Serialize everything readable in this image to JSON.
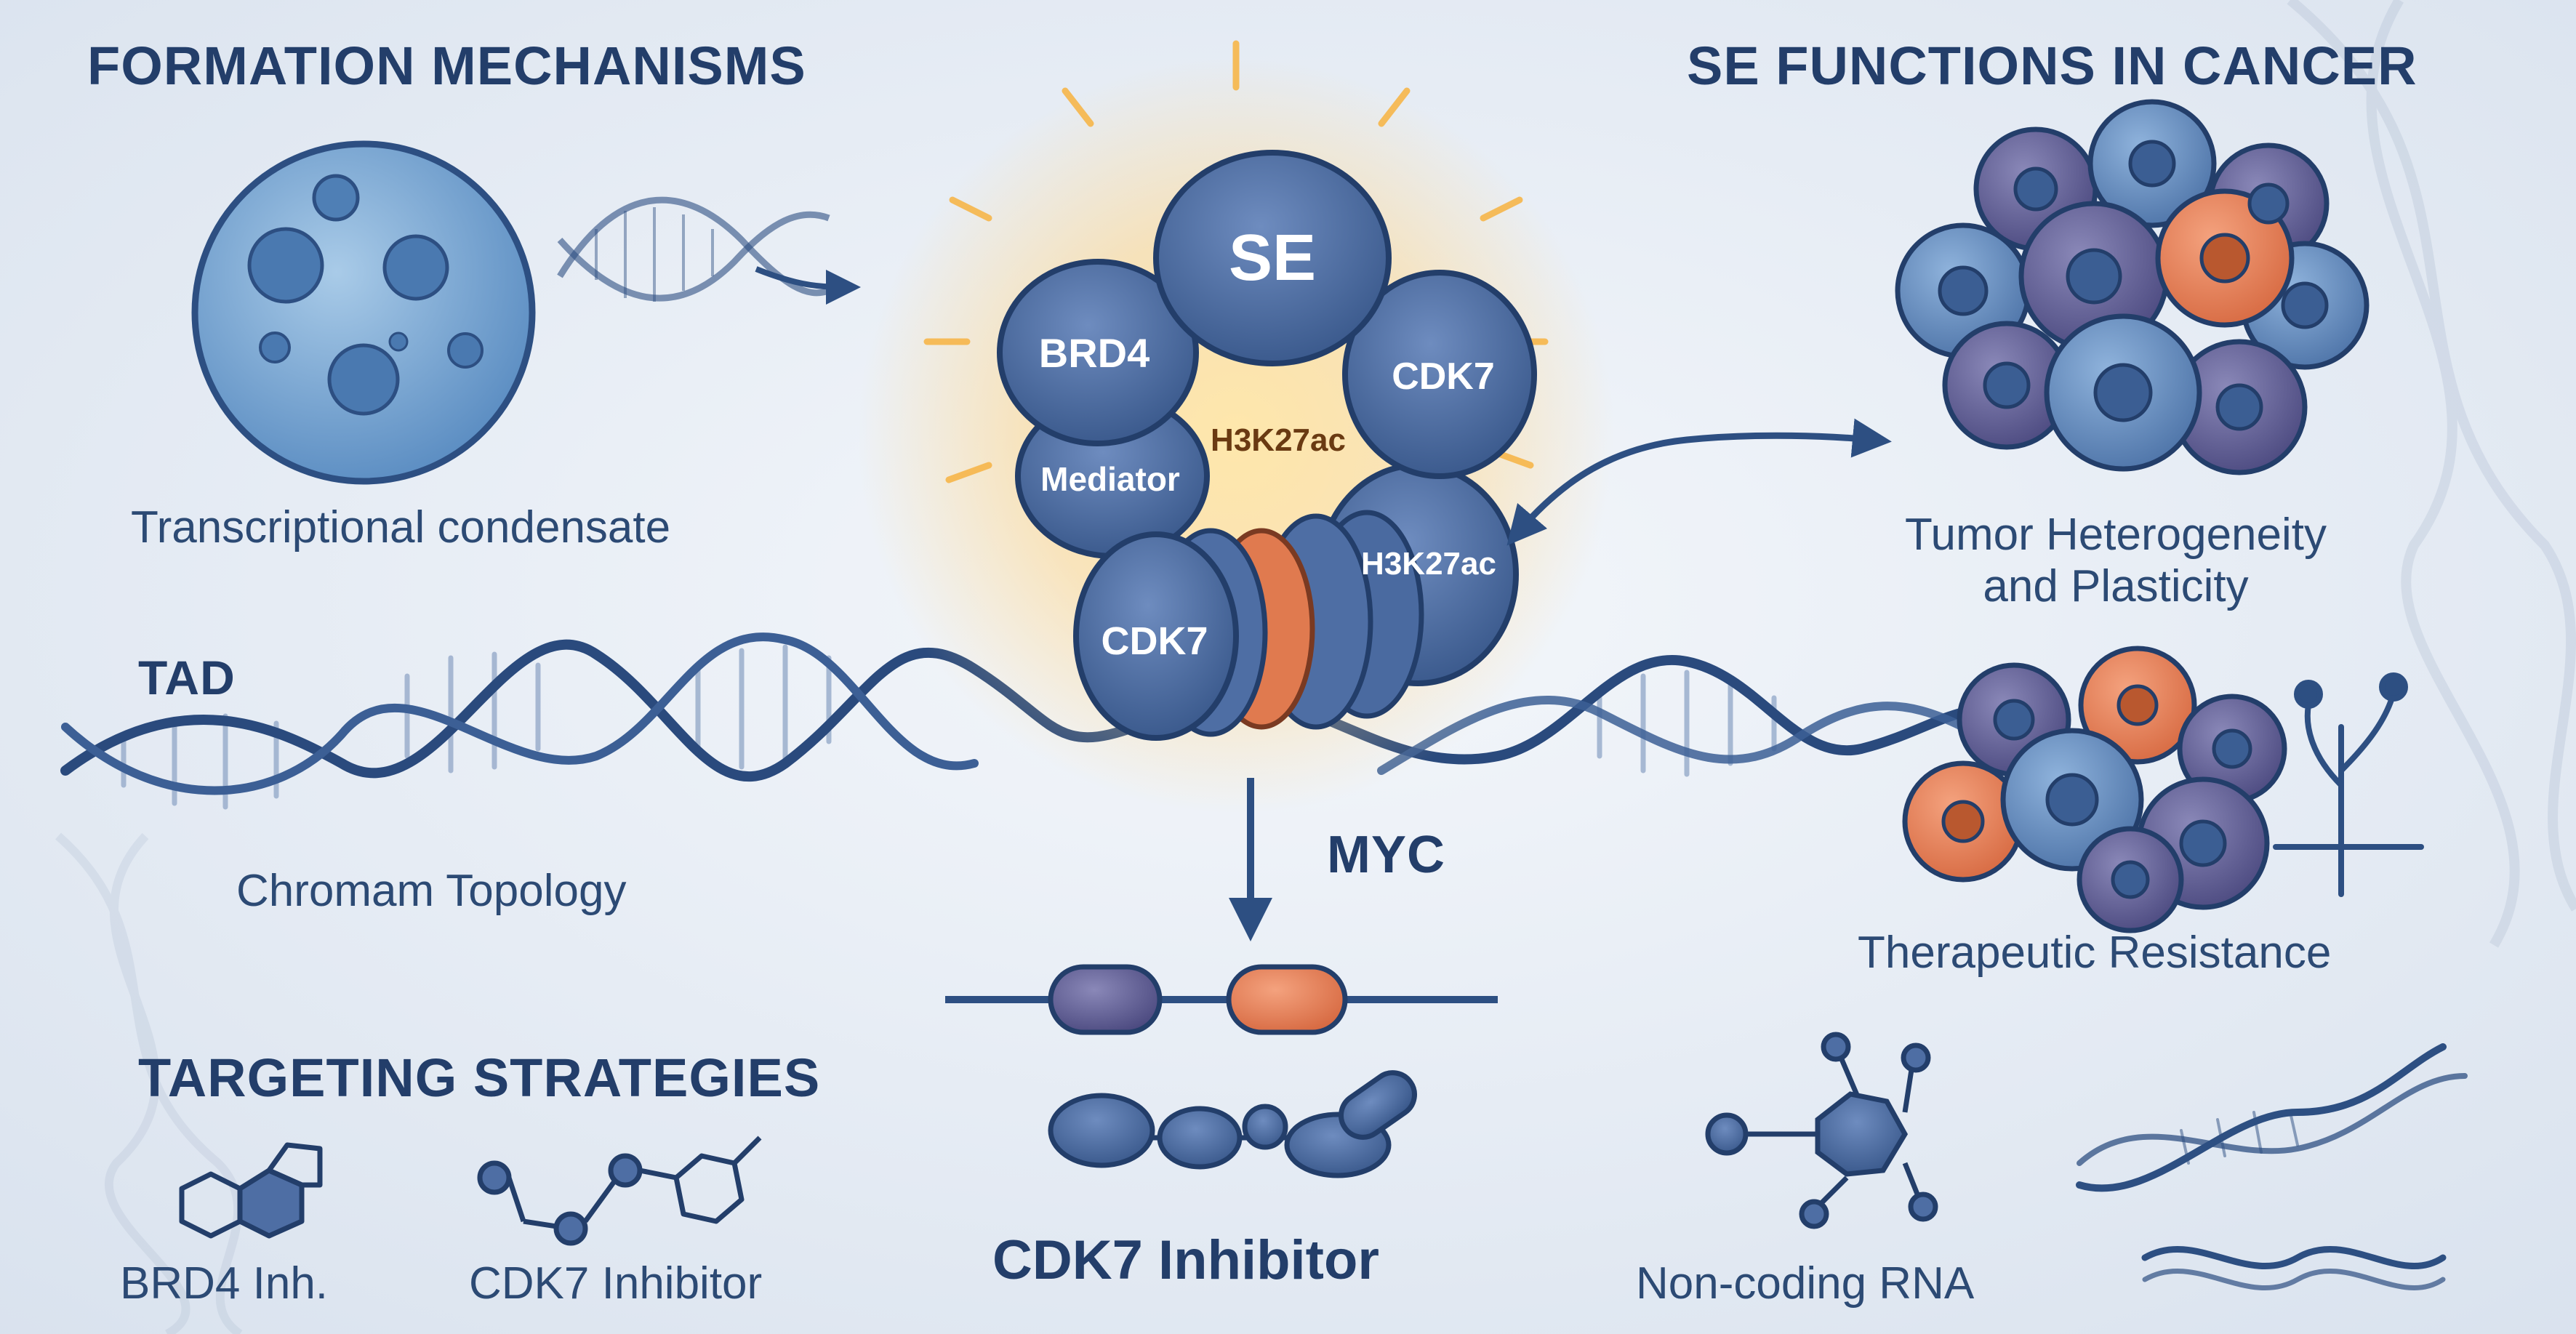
{
  "headings": {
    "formation": "FORMATION MECHANISMS",
    "functions": "SE FUNCTIONS IN CANCER",
    "targeting": "TARGETING STRATEGIES"
  },
  "labels": {
    "condensate": "Transcriptional condensate",
    "tad": "TAD",
    "topology": "Chromam Topology",
    "heterogeneity_line1": "Tumor Heterogeneity",
    "heterogeneity_line2": "and Plasticity",
    "resistance": "Therapeutic Resistance",
    "myc": "MYC",
    "brd4_inh": "BRD4 Inh.",
    "cdk7_inhibitor_small": "CDK7 Inhibitor",
    "cdk7_inhibitor_main": "CDK7 Inhibitor",
    "ncrna": "Non-coding RNA"
  },
  "complex": {
    "se": "SE",
    "brd4": "BRD4",
    "cdk7_top": "CDK7",
    "mediator": "Mediator",
    "h3k27ac_center": "H3K27ac",
    "h3k27ac_right": "H3K27ac",
    "cdk7_bottom": "CDK7"
  },
  "colors": {
    "navy": "#233e6a",
    "protein": "#3e5f94",
    "protein_light": "#5676aa",
    "accent_orange": "#e07a4f",
    "glow": "#ffd68a",
    "background": "#e6ecf4"
  }
}
